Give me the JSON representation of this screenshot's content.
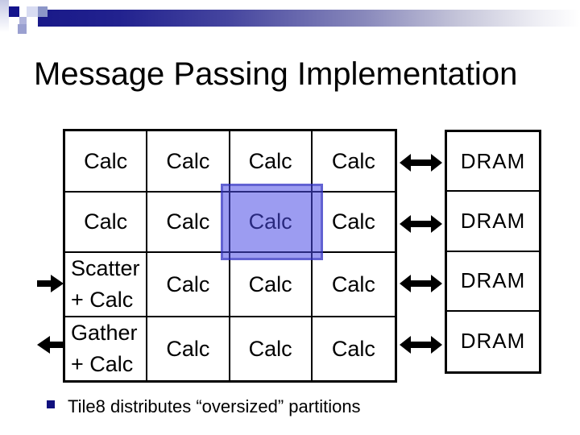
{
  "title": "Message Passing Implementation",
  "bullet": {
    "text": "Tile8 distributes “oversized” partitions"
  },
  "calc_grid": {
    "r1": [
      "Calc",
      "Calc",
      "Calc",
      "Calc"
    ],
    "r2": [
      "Calc",
      "Calc",
      "Calc",
      "Calc"
    ],
    "r3": {
      "c1a": "Scatter",
      "c1b": "+ Calc",
      "c2": "Calc",
      "c3": "Calc",
      "c4": "Calc"
    },
    "r4": {
      "c1a": "Gather",
      "c1b": "+ Calc",
      "c2": "Calc",
      "c3": "Calc",
      "c4": "Calc"
    },
    "highlight": "row 2, column 3"
  },
  "dram_column": {
    "cells": [
      "DRAM",
      "DRAM",
      "DRAM",
      "DRAM"
    ]
  },
  "colors": {
    "accent_bar": "#191989",
    "highlight_fill": "#9b9bf0",
    "bullet_square": "#10107e",
    "table_border": "#000000",
    "arrow": "#000000"
  }
}
